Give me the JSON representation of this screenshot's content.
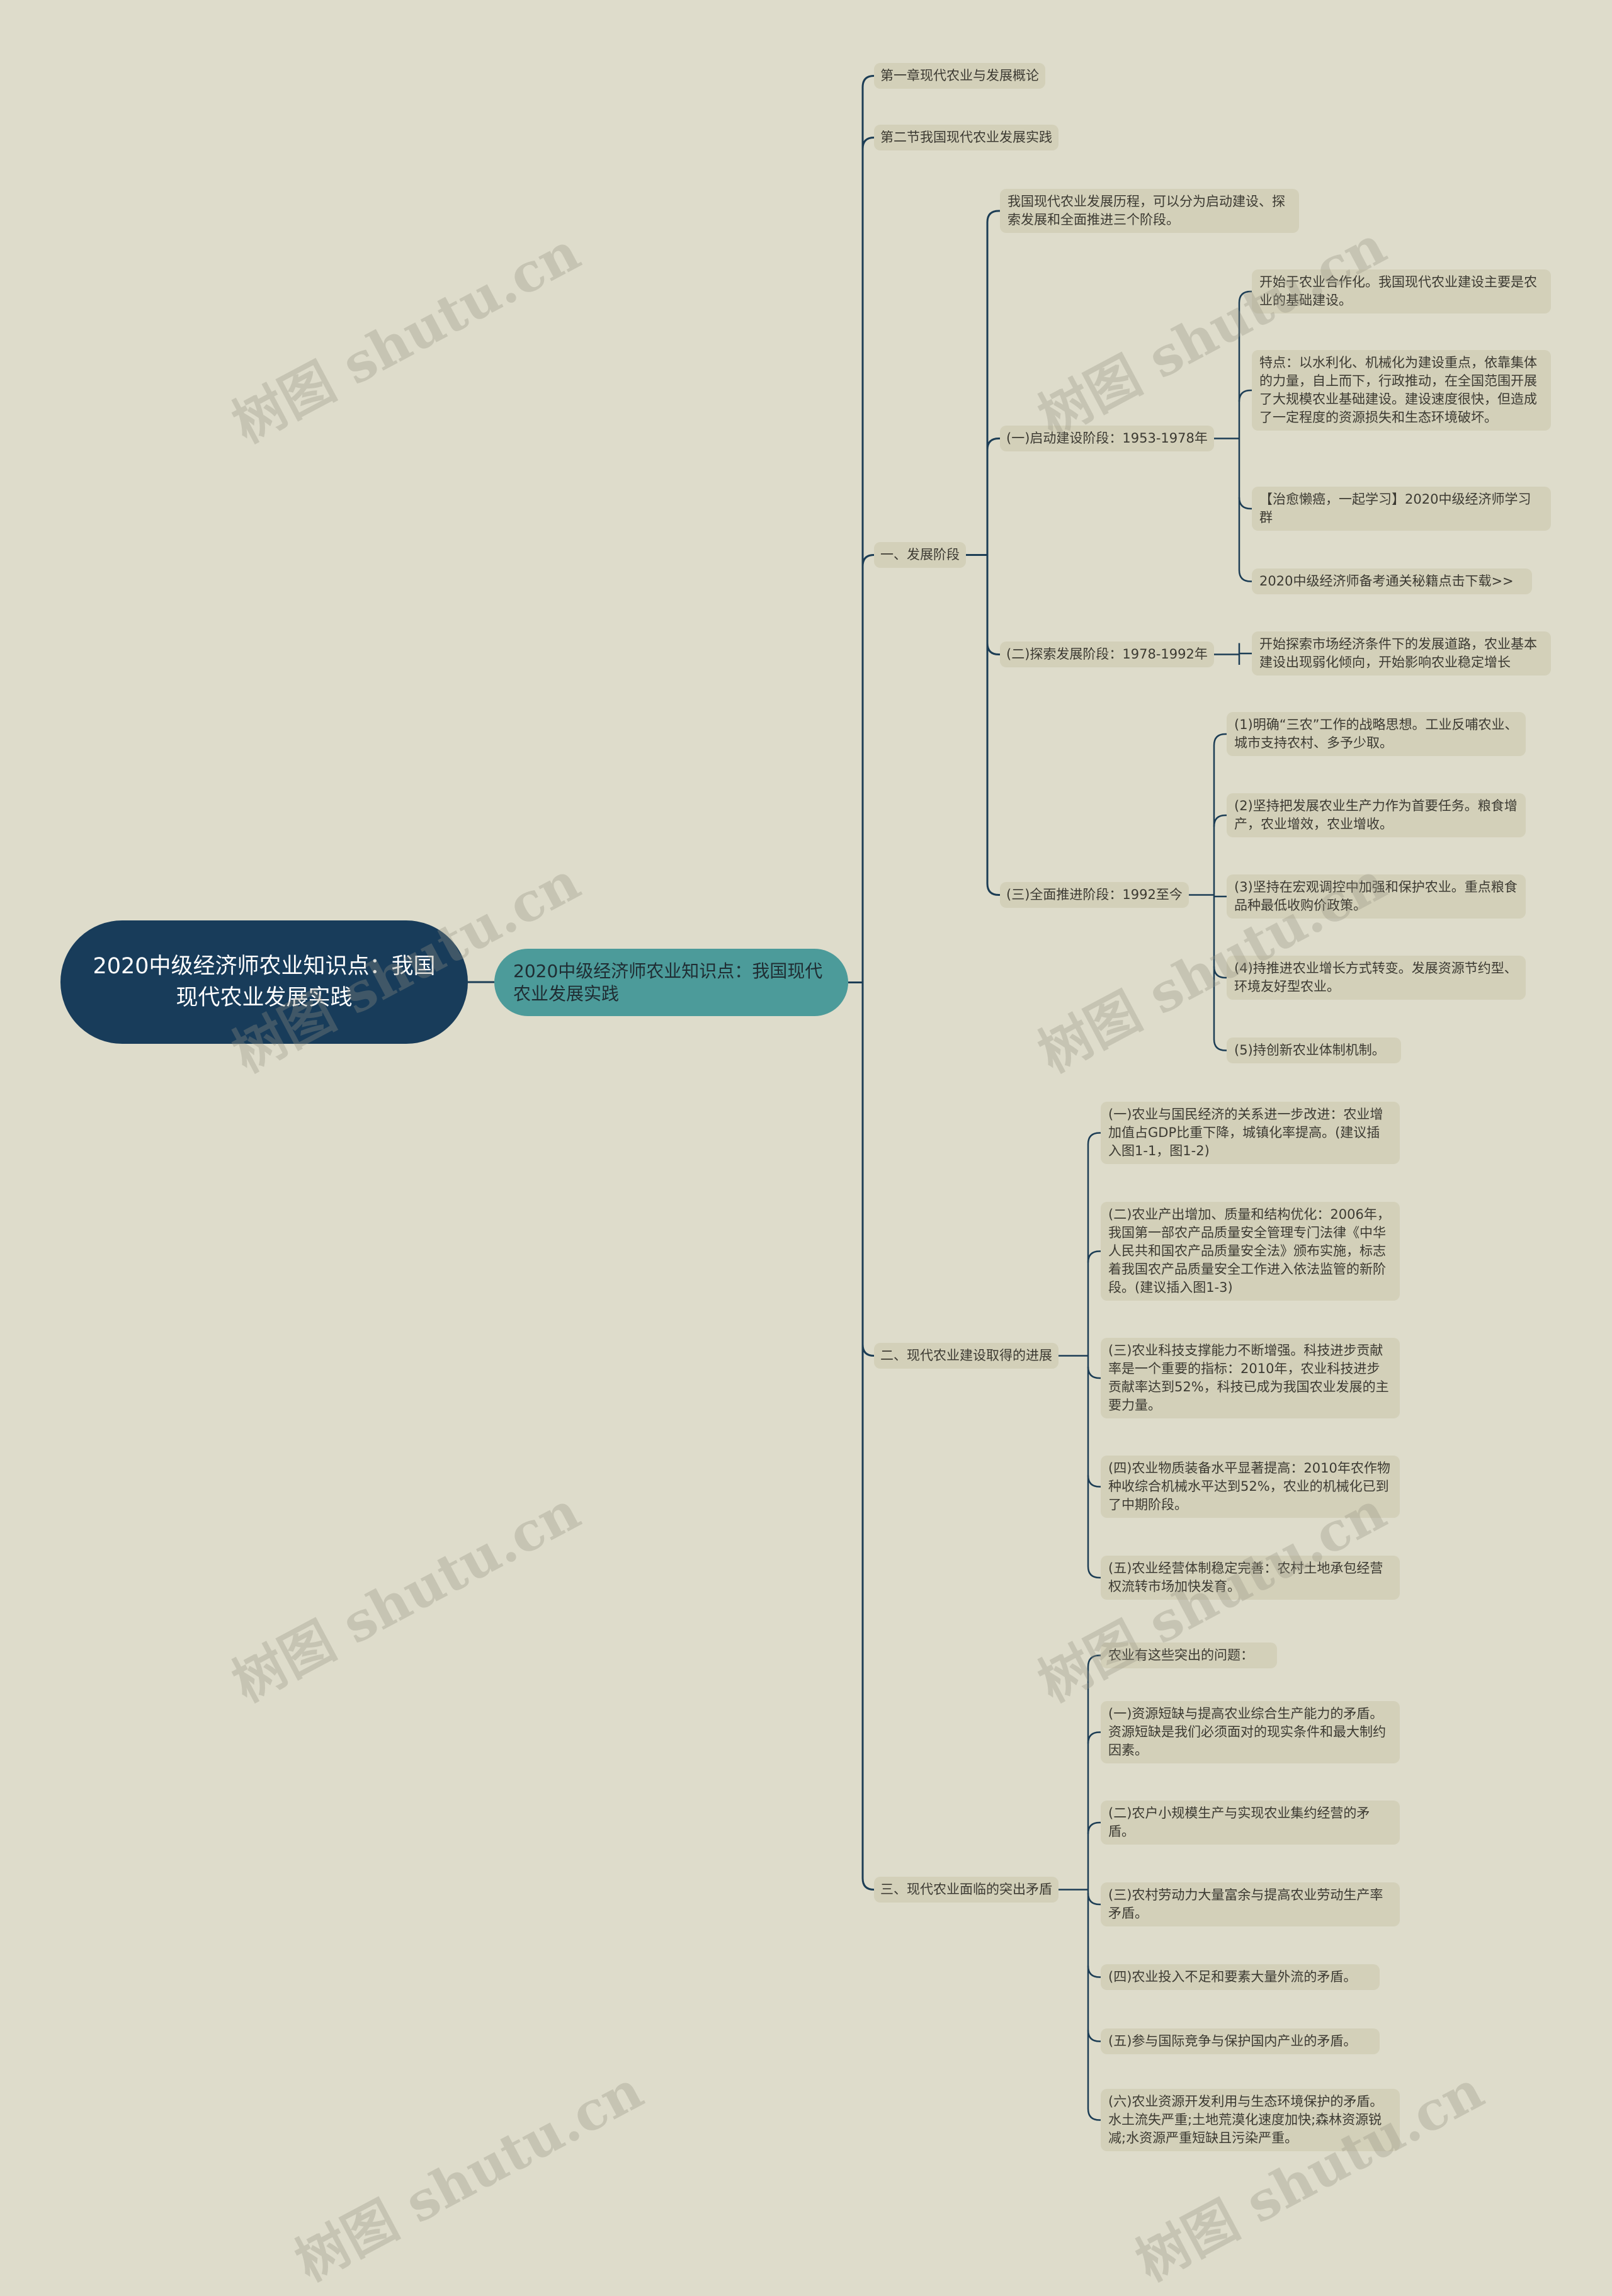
{
  "root": {
    "label": "2020中级经济师农业知识点：我国现代农业发展实践"
  },
  "subject": {
    "label": "2020中级经济师农业知识点：我国现代农业发展实践"
  },
  "watermark": "树图 shutu.cn",
  "colors": {
    "line": "#1c3d55",
    "leaf_bg": "#d3d0b9",
    "root_bg": "#183c5a",
    "sub_bg": "#4c9b9a",
    "canvas": "#dedccb"
  },
  "branches": {
    "ch1": "第一章现代农业与发展概论",
    "ch2": "第二节我国现代农业发展实践",
    "stages": {
      "label": "一、发展阶段",
      "intro": "我国现代农业发展历程，可以分为启动建设、探索发展和全面推进三个阶段。",
      "s1": {
        "label": "(一)启动建设阶段：1953-1978年",
        "items": [
          "开始于农业合作化。我国现代农业建设主要是农业的基础建设。",
          "特点：以水利化、机械化为建设重点，依靠集体的力量，自上而下，行政推动，在全国范围开展了大规模农业基础建设。建设速度很快，但造成了一定程度的资源损失和生态环境破坏。",
          "【治愈懒癌，一起学习】2020中级经济师学习群",
          "2020中级经济师备考通关秘籍点击下载>>"
        ]
      },
      "s2": {
        "label": "(二)探索发展阶段：1978-1992年",
        "items": [
          "开始探索市场经济条件下的发展道路，农业基本建设出现弱化倾向，开始影响农业稳定增长"
        ]
      },
      "s3": {
        "label": "(三)全面推进阶段：1992至今",
        "items": [
          "(1)明确“三农”工作的战略思想。工业反哺农业、城市支持农村、多予少取。",
          "(2)坚持把发展农业生产力作为首要任务。粮食增产，农业增效，农业增收。",
          "(3)坚持在宏观调控中加强和保护农业。重点粮食品种最低收购价政策。",
          "(4)持推进农业增长方式转变。发展资源节约型、环境友好型农业。",
          "(5)持创新农业体制机制。"
        ]
      }
    },
    "progress": {
      "label": "二、现代农业建设取得的进展",
      "items": [
        "(一)农业与国民经济的关系进一步改进：农业增加值占GDP比重下降，城镇化率提高。(建议插入图1-1，图1-2)",
        "(二)农业产出增加、质量和结构优化：2006年，我国第一部农产品质量安全管理专门法律《中华人民共和国农产品质量安全法》颁布实施，标志着我国农产品质量安全工作进入依法监管的新阶段。(建议插入图1-3)",
        "(三)农业科技支撑能力不断增强。科技进步贡献率是一个重要的指标：2010年，农业科技进步贡献率达到52%，科技已成为我国农业发展的主要力量。",
        "(四)农业物质装备水平显著提高：2010年农作物种收综合机械水平达到52%，农业的机械化已到了中期阶段。",
        "(五)农业经营体制稳定完善：农村土地承包经营权流转市场加快发育。"
      ]
    },
    "conflicts": {
      "label": "三、现代农业面临的突出矛盾",
      "items": [
        "农业有这些突出的问题：",
        "(一)资源短缺与提高农业综合生产能力的矛盾。资源短缺是我们必须面对的现实条件和最大制约因素。",
        "(二)农户小规模生产与实现农业集约经营的矛盾。",
        "(三)农村劳动力大量富余与提高农业劳动生产率矛盾。",
        "(四)农业投入不足和要素大量外流的矛盾。",
        "(五)参与国际竞争与保护国内产业的矛盾。",
        "(六)农业资源开发利用与生态环境保护的矛盾。水土流失严重;土地荒漠化速度加快;森林资源锐减;水资源严重短缺且污染严重。"
      ]
    }
  }
}
